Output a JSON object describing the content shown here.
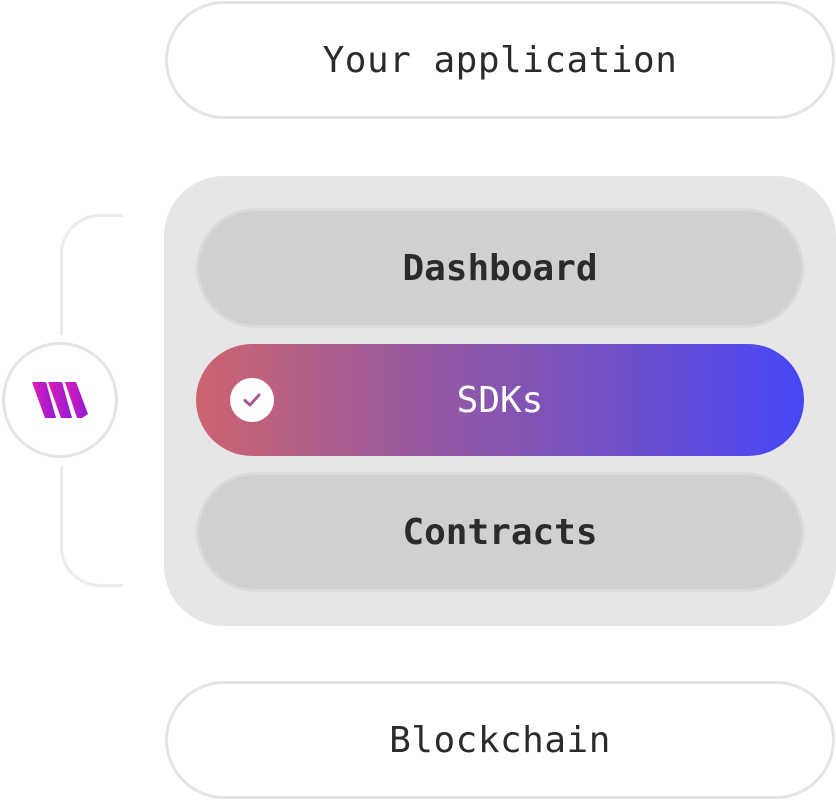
{
  "layers": {
    "top": {
      "label": "Your application"
    },
    "stack": [
      {
        "label": "Dashboard"
      },
      {
        "label": "SDKs",
        "selected": true,
        "icon": "check-icon"
      },
      {
        "label": "Contracts"
      }
    ],
    "bottom": {
      "label": "Blockchain"
    }
  },
  "brand": {
    "icon": "thirdweb-logo-icon",
    "colors": {
      "logo_start": "#e01cb5",
      "logo_end": "#8f1bd6"
    }
  },
  "colors": {
    "gradient_start": "#cd6470",
    "gradient_end": "#4747f7",
    "pill_grey": "#d0d0d0",
    "panel_grey": "#e6e6e6"
  }
}
